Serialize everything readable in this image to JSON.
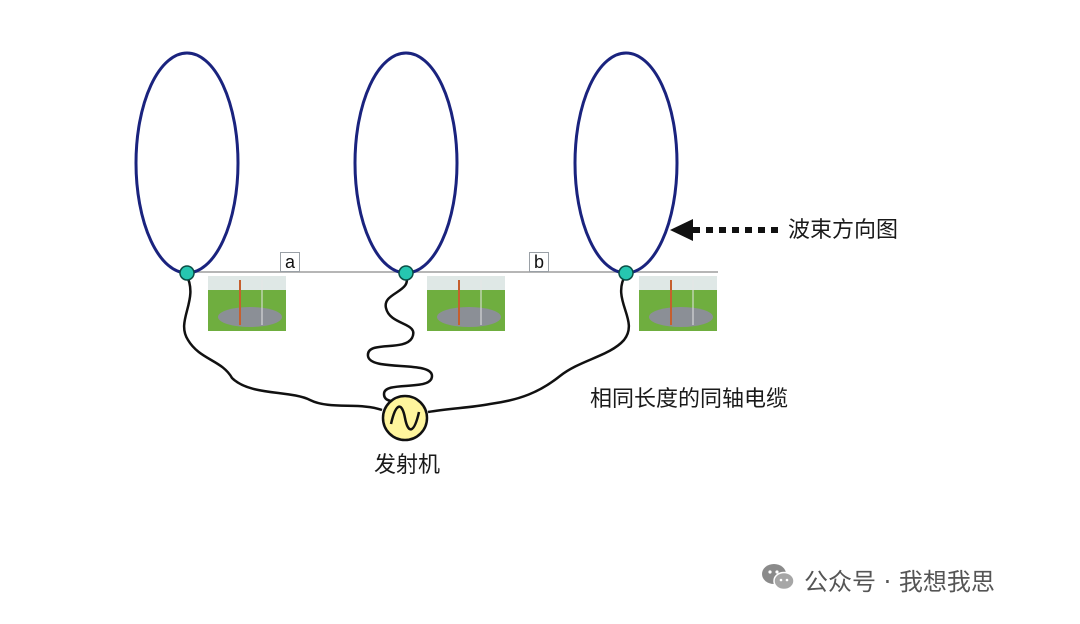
{
  "labels": {
    "beam_pattern": "波束方向图",
    "coax": "相同长度的同轴电缆",
    "transmitter": "发射机",
    "spacing_a": "a",
    "spacing_b": "b"
  },
  "watermark": {
    "text": "公众号 · 我想我思",
    "icon": "wechat-icon"
  },
  "colors": {
    "lobe": "#1a237e",
    "feed_point": "#26c6b0",
    "cable": "#111111",
    "generator": "#fff59d",
    "baseline": "#9e9e9e"
  }
}
